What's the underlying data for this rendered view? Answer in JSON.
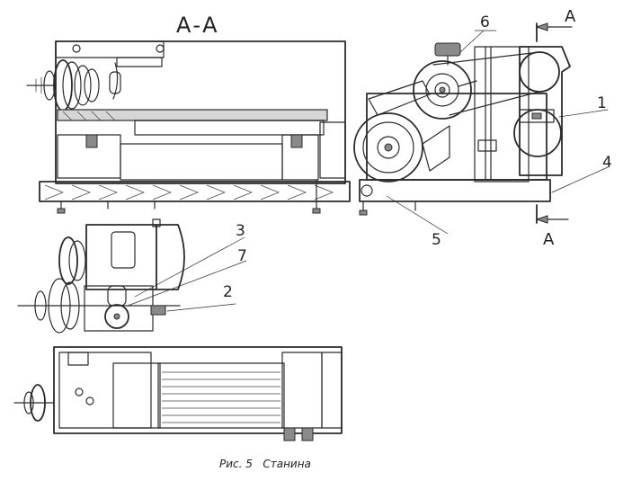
{
  "section_title": "А-А",
  "section_marks": {
    "top": "А",
    "bottom": "А"
  },
  "callouts": {
    "c1": "1",
    "c2": "2",
    "c3": "3",
    "c4": "4",
    "c5": "5",
    "c6": "6",
    "c7": "7"
  },
  "caption": "Рис. 5   Станина"
}
